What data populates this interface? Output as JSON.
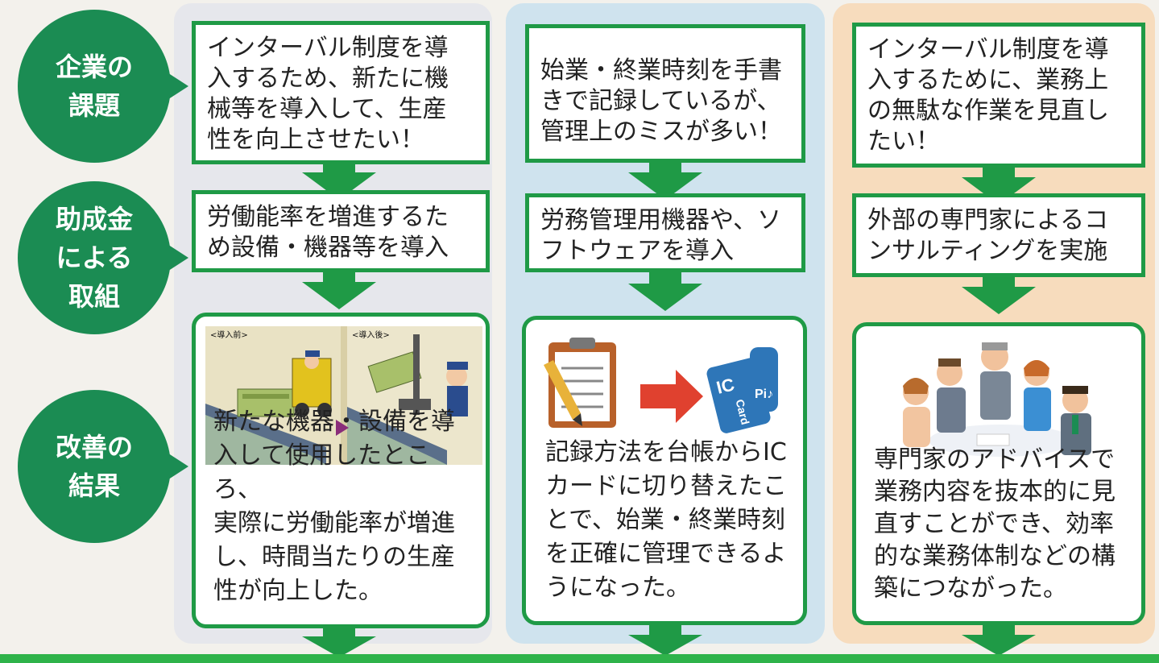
{
  "labels": {
    "issue": "企業の\n課題",
    "action": "助成金\nによる\n取組",
    "result": "改善の\n結果"
  },
  "columns": [
    {
      "issue": "インターバル制度を導\n入するため、新たに機\n械等を導入して、生産\n性を向上させたい！",
      "action": "労働能率を増進するた\nめ設備・機器等を導入",
      "image_labels": {
        "before": "<導入前>",
        "after": "<導入後>"
      },
      "result": "新たな機器・設備を導\n入して使用したところ、\n実際に労働能率が増進\nし、時間当たりの生産\n性が向上した。"
    },
    {
      "issue": "始業・終業時刻を手書\nきで記録しているが、\n管理上のミスが多い！",
      "action": "労務管理用機器や、ソ\nフトウェアを導入",
      "card": {
        "brand": "IC",
        "text": "Card",
        "sound": "Pi♪"
      },
      "result": "記録方法を台帳からIC\nカードに切り替えたこ\nとで、始業・終業時刻\nを正確に管理できるよ\nうになった。"
    },
    {
      "issue": "インターバル制度を導\n入するために、業務上\nの無駄な作業を見直し\nたい！",
      "action": "外部の専門家によるコ\nンサルティングを実施",
      "result": "専門家のアドバイスで\n業務内容を抜本的に見\n直すことができ、効率\n的な業務体制などの構\n築につながった。"
    }
  ],
  "colors": {
    "primary_green": "#1f9a46",
    "bubble_green": "#1b8c53",
    "col1_bg": "#e6e7ec",
    "col2_bg": "#cfe3ee",
    "col3_bg": "#f7dcbd"
  }
}
